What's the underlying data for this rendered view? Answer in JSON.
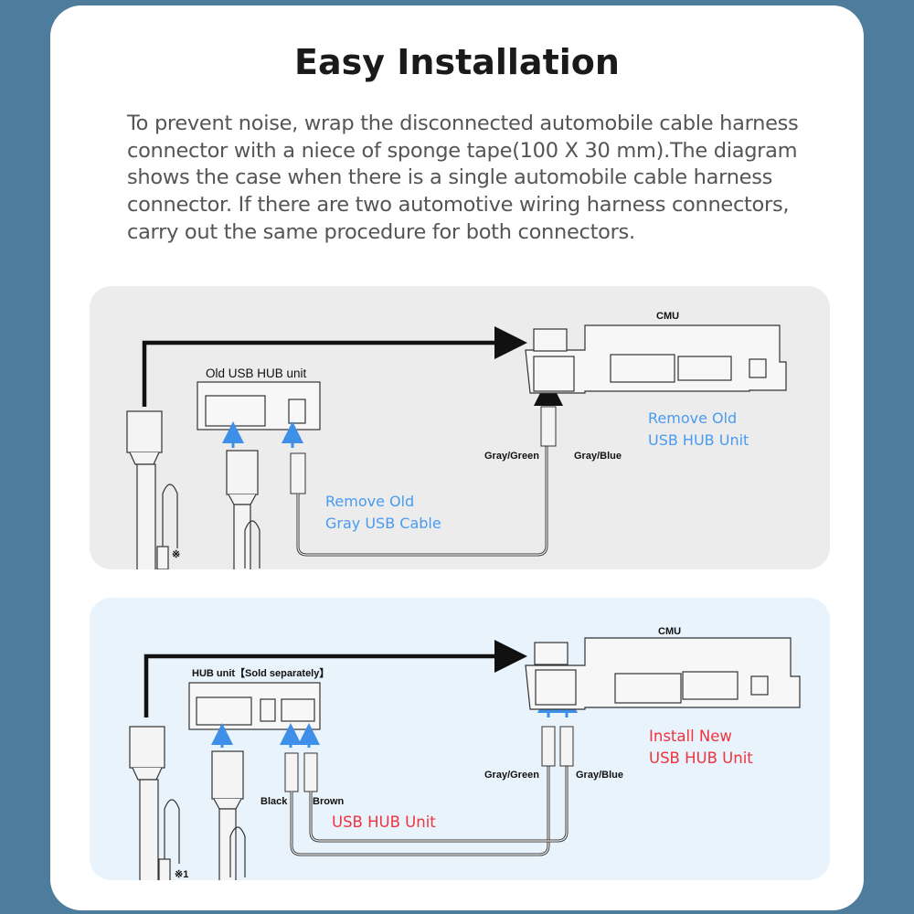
{
  "title": "Easy Installation",
  "description_lines": [
    "To prevent noise, wrap the disconnected automobile cable harness",
    "connector with a niece of sponge tape(100 X 30 mm).The diagram",
    "shows the case when there is a single automobile cable harness",
    "connector. If there are two automotive wiring harness connectors,",
    "carry out the same procedure for both connectors."
  ],
  "diagram_before": {
    "cmu_label": "CMU",
    "hub_label": "Old USB HUB unit",
    "wire_left": "Gray/Green",
    "wire_right": "Gray/Blue",
    "note_cmu": [
      "Remove Old",
      "USB HUB Unit"
    ],
    "note_cable": [
      "Remove Old",
      "Gray USB Cable"
    ],
    "footnote": "※"
  },
  "diagram_after": {
    "cmu_label": "CMU",
    "hub_label": "HUB unit【Sold separately】",
    "wire_left": "Gray/Green",
    "wire_right": "Gray/Blue",
    "wire_black": "Black",
    "wire_brown": "Brown",
    "note_cmu": [
      "Install New",
      "USB HUB Unit"
    ],
    "note_cable": "USB HUB Unit",
    "footnote": "※1"
  },
  "colors": {
    "background": "#4d7c9c",
    "accent_blue": "#4a9bef",
    "accent_red": "#f0333d"
  }
}
